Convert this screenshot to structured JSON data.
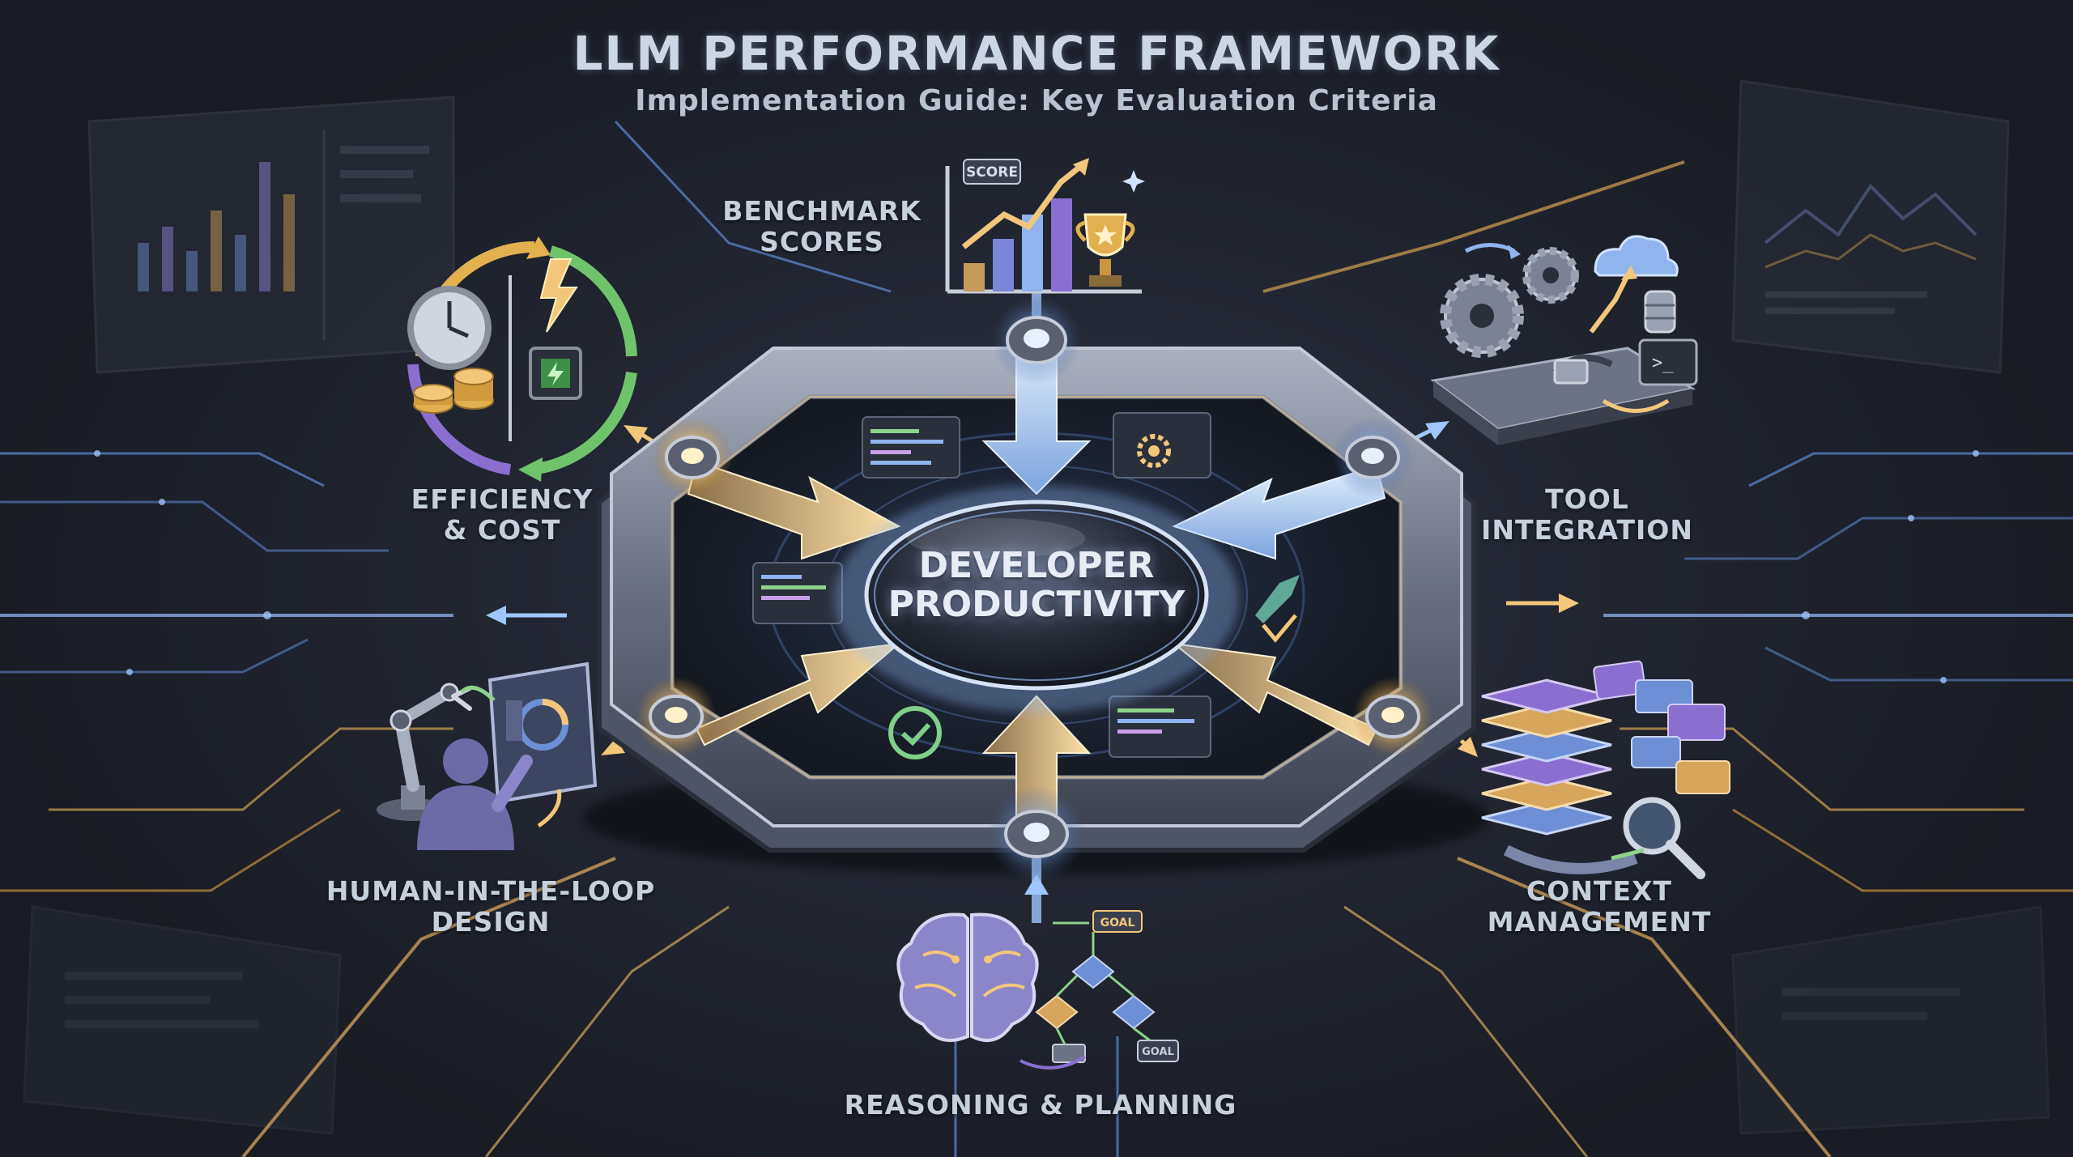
{
  "header": {
    "title": "LLM PERFORMANCE FRAMEWORK",
    "subtitle": "Implementation Guide: Key Evaluation Criteria"
  },
  "center": {
    "line1": "DEVELOPER",
    "line2": "PRODUCTIVITY"
  },
  "criteria": [
    {
      "id": "benchmark-scores",
      "line1": "BENCHMARK",
      "line2": "SCORES",
      "icon": "score-chart-trophy-icon",
      "badge": "SCORE"
    },
    {
      "id": "tool-integration",
      "line1": "TOOL",
      "line2": "INTEGRATION",
      "icon": "gears-cloud-plug-icon",
      "terminal": ">_"
    },
    {
      "id": "context-management",
      "line1": "CONTEXT",
      "line2": "MANAGEMENT",
      "icon": "stacked-layers-magnifier-icon"
    },
    {
      "id": "reasoning-planning",
      "line1": "REASONING & PLANNING",
      "line2": "",
      "icon": "brain-flowchart-icon",
      "goal_top": "GOAL",
      "goal_bottom": "GOAL"
    },
    {
      "id": "human-in-the-loop",
      "line1": "HUMAN-IN-THE-LOOP",
      "line2": "DESIGN",
      "icon": "robot-arm-person-icon"
    },
    {
      "id": "efficiency-cost",
      "line1": "EFFICIENCY",
      "line2": "& COST",
      "icon": "clock-coins-chip-cycle-icon"
    }
  ],
  "colors": {
    "accent_gold": "#f3c77a",
    "accent_blue": "#9fc6ff",
    "ring_metal": "#7b8294",
    "background": "#1f232c"
  }
}
